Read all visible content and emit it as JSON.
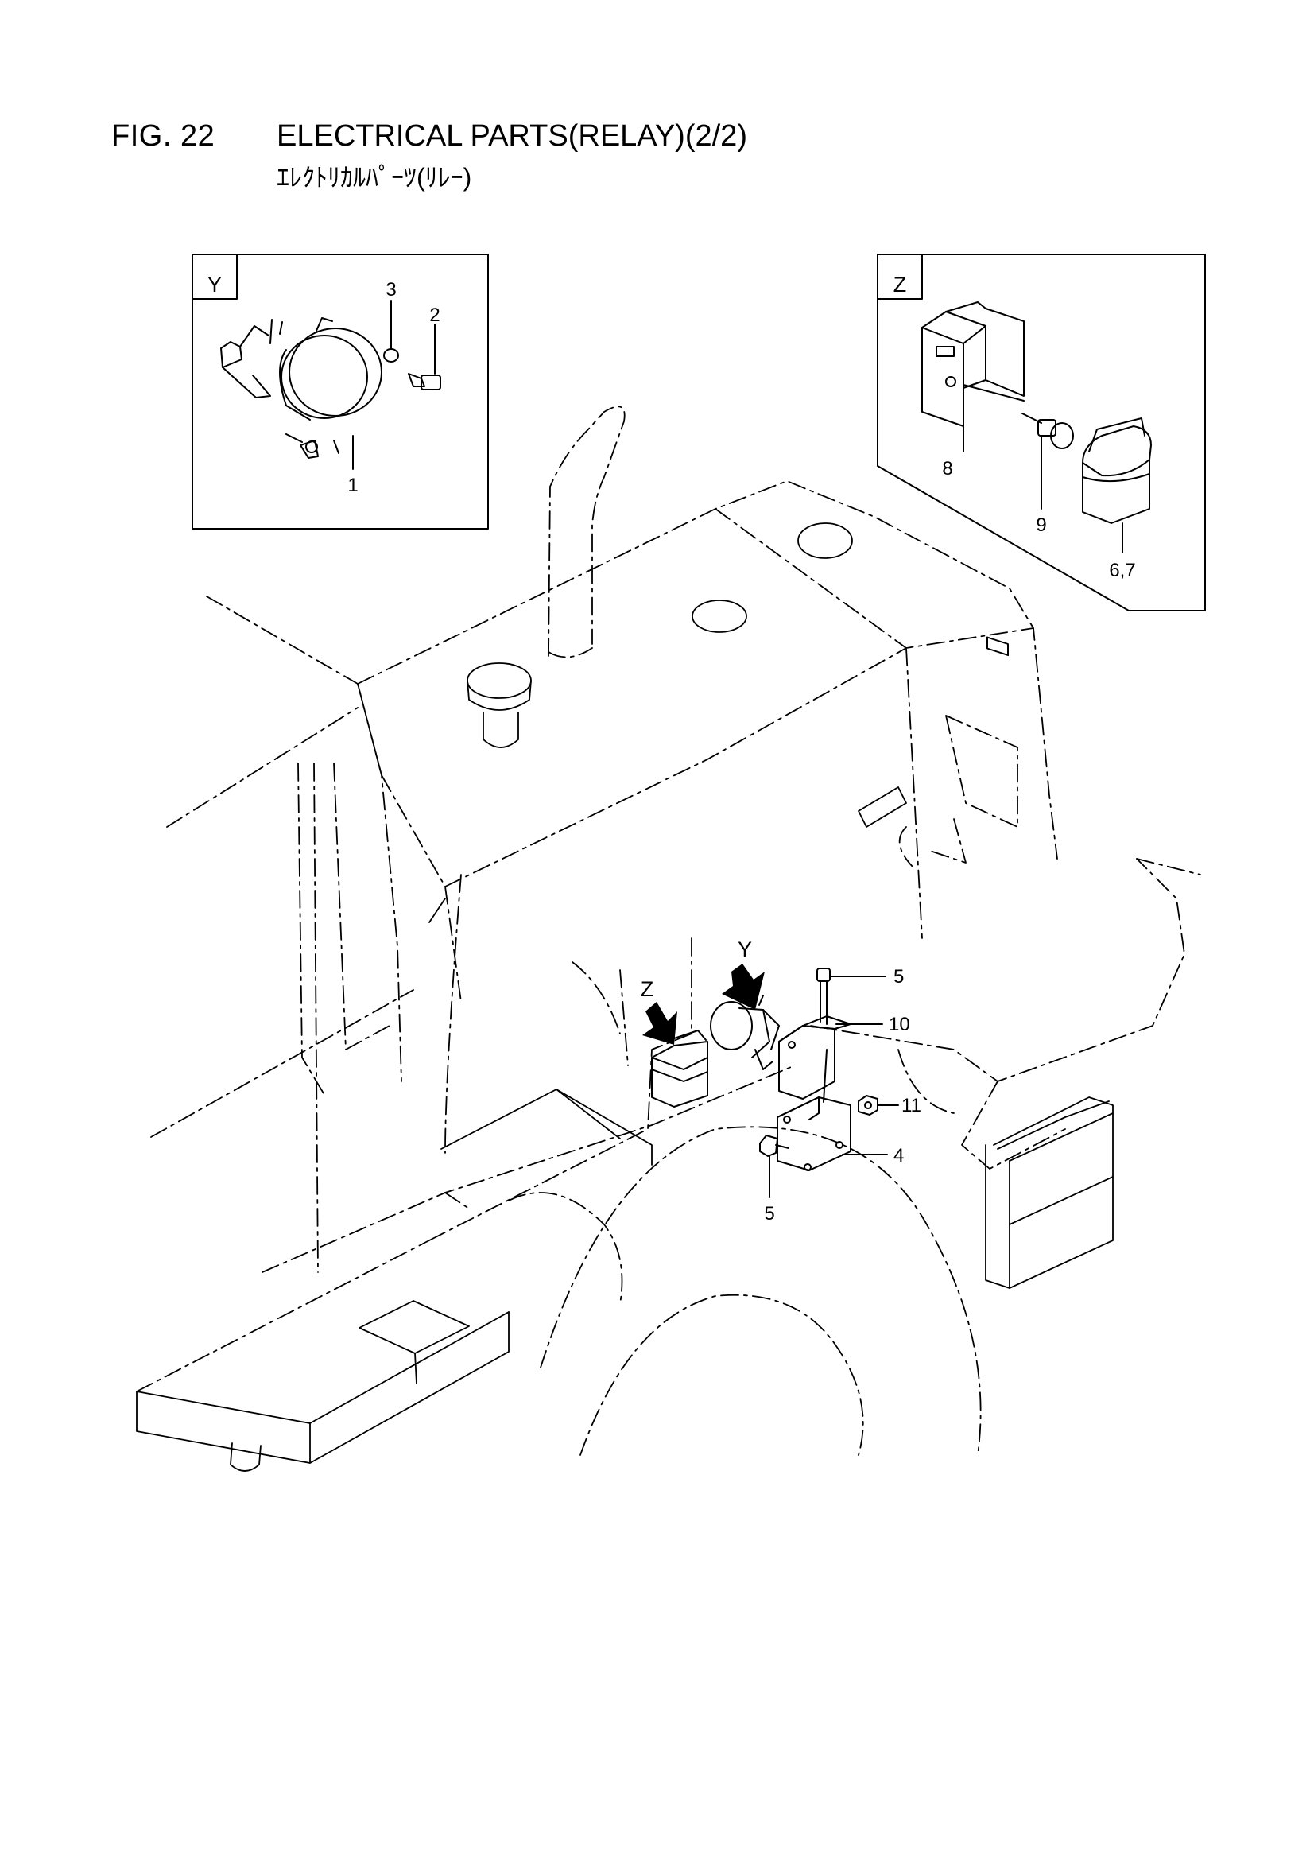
{
  "figure": {
    "number": "FIG. 22",
    "title": "ELECTRICAL PARTS(RELAY)(2/2)",
    "subtitle": "ｴﾚｸﾄﾘｶﾙﾊﾟｰﾂ(ﾘﾚｰ)"
  },
  "detail_y": {
    "label": "Y",
    "callouts": [
      "3",
      "2",
      "1"
    ]
  },
  "detail_z": {
    "label": "Z",
    "callouts": [
      "8",
      "9",
      "6,7"
    ]
  },
  "main_view": {
    "arrow_y": "Y",
    "arrow_z": "Z",
    "callouts": [
      "5",
      "10",
      "11",
      "4",
      "5"
    ]
  }
}
